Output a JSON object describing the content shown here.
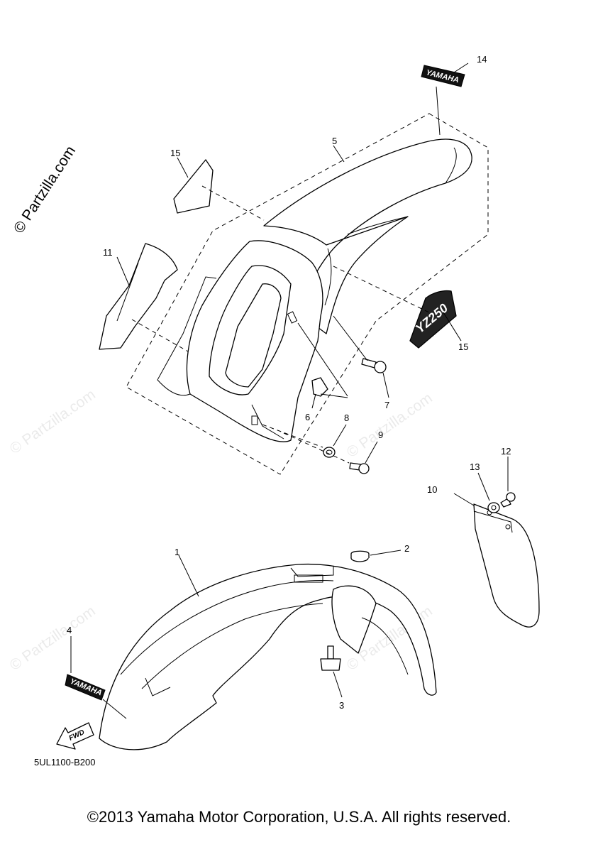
{
  "watermark": {
    "side_text": "© Partzilla.com",
    "repeat_text": "© Partzilla.com"
  },
  "callouts": [
    "1",
    "2",
    "3",
    "4",
    "5",
    "6",
    "7",
    "8",
    "9",
    "10",
    "11",
    "12",
    "13",
    "14",
    "15",
    "15"
  ],
  "decals": {
    "yamaha_front": "YAMAHA",
    "yamaha_rear": "YAMAHA",
    "model": "YZ250",
    "fwd": "FWD"
  },
  "diagram_code": "5UL1100-B200",
  "copyright": "©2013 Yamaha Motor Corporation, U.S.A. All rights reserved."
}
